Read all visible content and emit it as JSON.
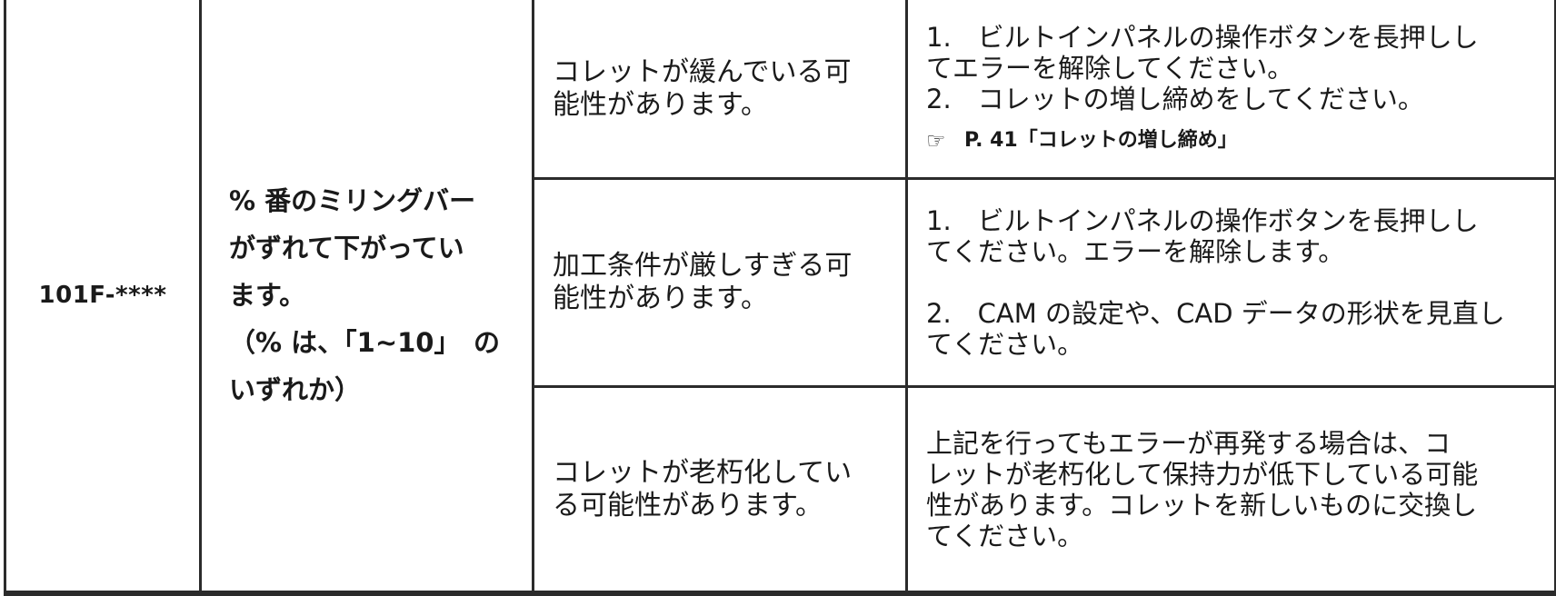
{
  "error": {
    "code": "101F-****",
    "symptom": [
      "% 番のミリングバー",
      "がずれて下がってい",
      "ます。",
      "（% は、「1~10」　の",
      "いずれか）"
    ]
  },
  "rows": [
    {
      "cause": [
        "コレットが緩んでいる可",
        "能性があります。"
      ],
      "fix": [
        "1.　ビルトインパネルの操作ボタンを長押しし",
        "てエラーを解除してください。",
        "2.　コレットの増し締めをしてください。"
      ],
      "ref": "P. 41「コレットの増し締め」"
    },
    {
      "cause": [
        "加工条件が厳しすぎる可",
        "能性があります。"
      ],
      "fix": [
        "1.　ビルトインパネルの操作ボタンを長押しし",
        "てください。エラーを解除します。",
        "",
        "2.　CAM の設定や、CAD データの形状を見直し",
        "てください。"
      ]
    },
    {
      "cause": [
        "コレットが老朽化してい",
        "る可能性があります。"
      ],
      "fix": [
        "上記を行ってもエラーが再発する場合は、コ",
        "レットが老朽化して保持力が低下している可能",
        "性があります。コレットを新しいものに交換し",
        "てください。"
      ]
    }
  ],
  "icons": {
    "ref_icon": "☞"
  }
}
